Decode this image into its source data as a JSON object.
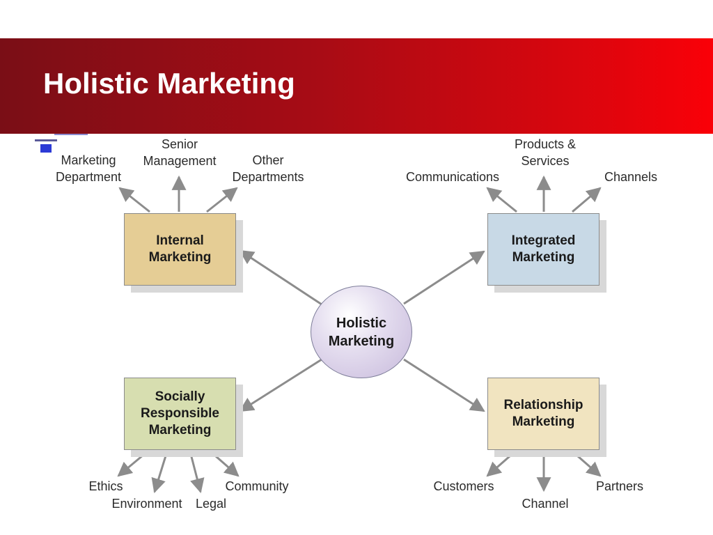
{
  "slide": {
    "title": "Holistic Marketing"
  },
  "hub": {
    "line1": "Holistic",
    "line2": "Marketing"
  },
  "boxes": {
    "internal": {
      "line1": "Internal",
      "line2": "Marketing"
    },
    "integrated": {
      "line1": "Integrated",
      "line2": "Marketing"
    },
    "social": {
      "line1": "Socially",
      "line2": "Responsible",
      "line3": "Marketing"
    },
    "relationship": {
      "line1": "Relationship",
      "line2": "Marketing"
    }
  },
  "labels": {
    "internal": {
      "marketing_department": {
        "line1": "Marketing",
        "line2": "Department"
      },
      "senior_management": {
        "line1": "Senior",
        "line2": "Management"
      },
      "other_departments": {
        "line1": "Other",
        "line2": "Departments"
      }
    },
    "integrated": {
      "communications": "Communications",
      "products_services": {
        "line1": "Products &",
        "line2": "Services"
      },
      "channels": "Channels"
    },
    "social": {
      "ethics": "Ethics",
      "environment": "Environment",
      "legal": "Legal",
      "community": "Community"
    },
    "relationship": {
      "customers": "Customers",
      "channel": "Channel",
      "partners": "Partners"
    }
  },
  "colors": {
    "title_bar_start": "#7a0e16",
    "title_bar_end": "#fa0008",
    "internal_box": "#e5cd95",
    "integrated_box": "#c8d9e6",
    "social_box": "#d7deb0",
    "relationship_box": "#f1e4c0",
    "hub_fill": "#c7b9db",
    "arrow": "#8c8c8c"
  }
}
